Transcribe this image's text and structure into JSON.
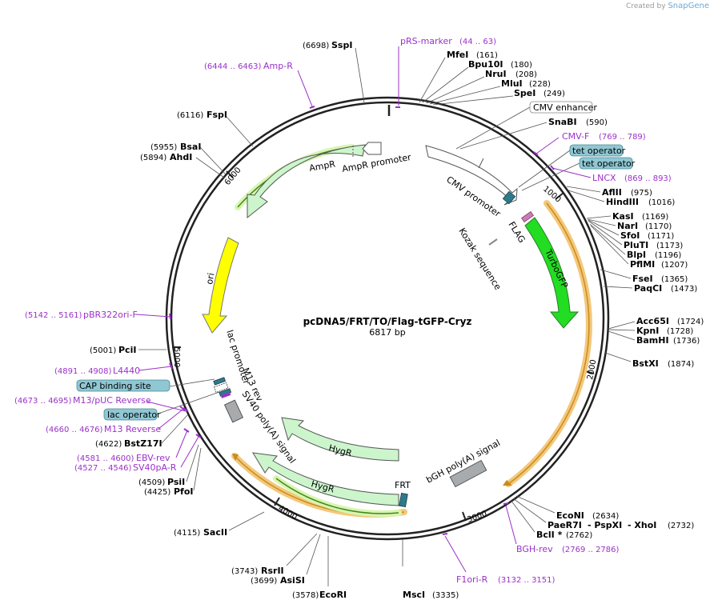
{
  "brand": {
    "prefix": "Created by",
    "name": "SnapGene"
  },
  "map": {
    "name": "pcDNA5/FRT/TO/Flag-tGFP-Cryz",
    "size": "6817 bp"
  },
  "ticks": [
    "1000",
    "2000",
    "3000",
    "4000",
    "5000",
    "6000"
  ],
  "features": {
    "cmv_enhancer": "CMV enhancer",
    "cmv_promoter": "CMV promoter",
    "tet_operator_1": "tet operator",
    "tet_operator_2": "tet operator",
    "flag": "FLAG",
    "kozak": "Kozak sequence",
    "turbogfp": "TurboGFP",
    "bgh_polya": "bGH poly(A) signal",
    "frt": "FRT",
    "hygr_1": "HygR",
    "hygr_2": "HygR",
    "sv40_polya": "SV40 poly(A) signal",
    "m13_rev": "M13 rev",
    "lac_promoter": "lac promoter",
    "cap_binding_site": "CAP binding site",
    "lac_operator": "lac operator",
    "ori": "ori",
    "ampr": "AmpR",
    "ampr_promoter": "AmpR promoter"
  },
  "sites": {
    "sspi": {
      "name": "SspI",
      "pos": "(6698)"
    },
    "mfei": {
      "name": "MfeI",
      "pos": "(161)"
    },
    "bpu10i": {
      "name": "Bpu10I",
      "pos": "(180)"
    },
    "nrui": {
      "name": "NruI",
      "pos": "(208)"
    },
    "mlui": {
      "name": "MluI",
      "pos": "(228)"
    },
    "spei": {
      "name": "SpeI",
      "pos": "(249)"
    },
    "snabi": {
      "name": "SnaBI",
      "pos": "(590)"
    },
    "aflii": {
      "name": "AflII",
      "pos": "(975)"
    },
    "hindiii": {
      "name": "HindIII",
      "pos": "(1016)"
    },
    "kasi": {
      "name": "KasI",
      "pos": "(1169)"
    },
    "nari": {
      "name": "NarI",
      "pos": "(1170)"
    },
    "sfoi": {
      "name": "SfoI",
      "pos": "(1171)"
    },
    "pluti": {
      "name": "PluTI",
      "pos": "(1173)"
    },
    "blpi": {
      "name": "BlpI",
      "pos": "(1196)"
    },
    "pflmi": {
      "name": "PflMI",
      "pos": "(1207)"
    },
    "fsei": {
      "name": "FseI",
      "pos": "(1365)"
    },
    "paqci": {
      "name": "PaqCI",
      "pos": "(1473)"
    },
    "acc65i": {
      "name": "Acc65I",
      "pos": "(1724)"
    },
    "kpni": {
      "name": "KpnI",
      "pos": "(1728)"
    },
    "bamhi": {
      "name": "BamHI",
      "pos": "(1736)"
    },
    "bstxi": {
      "name": "BstXI",
      "pos": "(1874)"
    },
    "econi": {
      "name": "EcoNI",
      "pos": "(2634)"
    },
    "paer7i": {
      "name": "PaeR7I",
      "sep1": "- PspXI",
      "sep2": "- XhoI",
      "pos": "(2732)"
    },
    "bcli": {
      "name": "BclI *",
      "pos": "(2762)"
    },
    "msci": {
      "name": "MscI",
      "pos": "(3335)"
    },
    "ecori": {
      "name": "EcoRI",
      "pos": "(3578)"
    },
    "asisi": {
      "name": "AsiSI",
      "pos": "(3699)"
    },
    "rsrii": {
      "name": "RsrII",
      "pos": "(3743)"
    },
    "sacii": {
      "name": "SacII",
      "pos": "(4115)"
    },
    "pfoi": {
      "name": "PfoI",
      "pos": "(4425)"
    },
    "psii": {
      "name": "PsiI",
      "pos": "(4509)"
    },
    "bstz17i": {
      "name": "BstZ17I",
      "pos": "(4622)"
    },
    "pcii": {
      "name": "PciI",
      "pos": "(5001)"
    },
    "ahdi": {
      "name": "AhdI",
      "pos": "(5894)"
    },
    "bsai": {
      "name": "BsaI",
      "pos": "(5955)"
    },
    "fspi": {
      "name": "FspI",
      "pos": "(6116)"
    }
  },
  "primers": {
    "prs_marker": {
      "name": "pRS-marker",
      "range": "(44 .. 63)"
    },
    "cmv_f": {
      "name": "CMV-F",
      "range": "(769 .. 789)"
    },
    "lncx": {
      "name": "LNCX",
      "range": "(869 .. 893)"
    },
    "bgh_rev": {
      "name": "BGH-rev",
      "range": "(2769 .. 2786)"
    },
    "f1ori_r": {
      "name": "F1ori-R",
      "range": "(3132 .. 3151)"
    },
    "sv40pa_r": {
      "name": "SV40pA-R",
      "range": "(4527 .. 4546)"
    },
    "ebv_rev": {
      "name": "EBV-rev",
      "range": "(4581 .. 4600)"
    },
    "m13_reverse": {
      "name": "M13 Reverse",
      "range": "(4660 .. 4676)"
    },
    "m13_puc_reverse": {
      "name": "M13/pUC Reverse",
      "range": "(4673 .. 4695)"
    },
    "l4440": {
      "name": "L4440",
      "range": "(4891 .. 4908)"
    },
    "pbr322ori_f": {
      "name": "pBR322ori-F",
      "range": "(5142 .. 5161)"
    },
    "amp_r": {
      "name": "Amp-R",
      "range": "(6444 .. 6463)"
    }
  },
  "colors": {
    "backbone": "#222222",
    "gfp": "#22dd22",
    "ori": "#ffff00",
    "resistance": "#ccf5cc",
    "promoter": "#ffffff",
    "orf_highlight": "#f3c87a",
    "primer": "#9b30c9",
    "operator_box": "#8fc7d3",
    "polya": "#a7abad",
    "frt": "#2d7a8a",
    "flag": "#c77dbb"
  }
}
